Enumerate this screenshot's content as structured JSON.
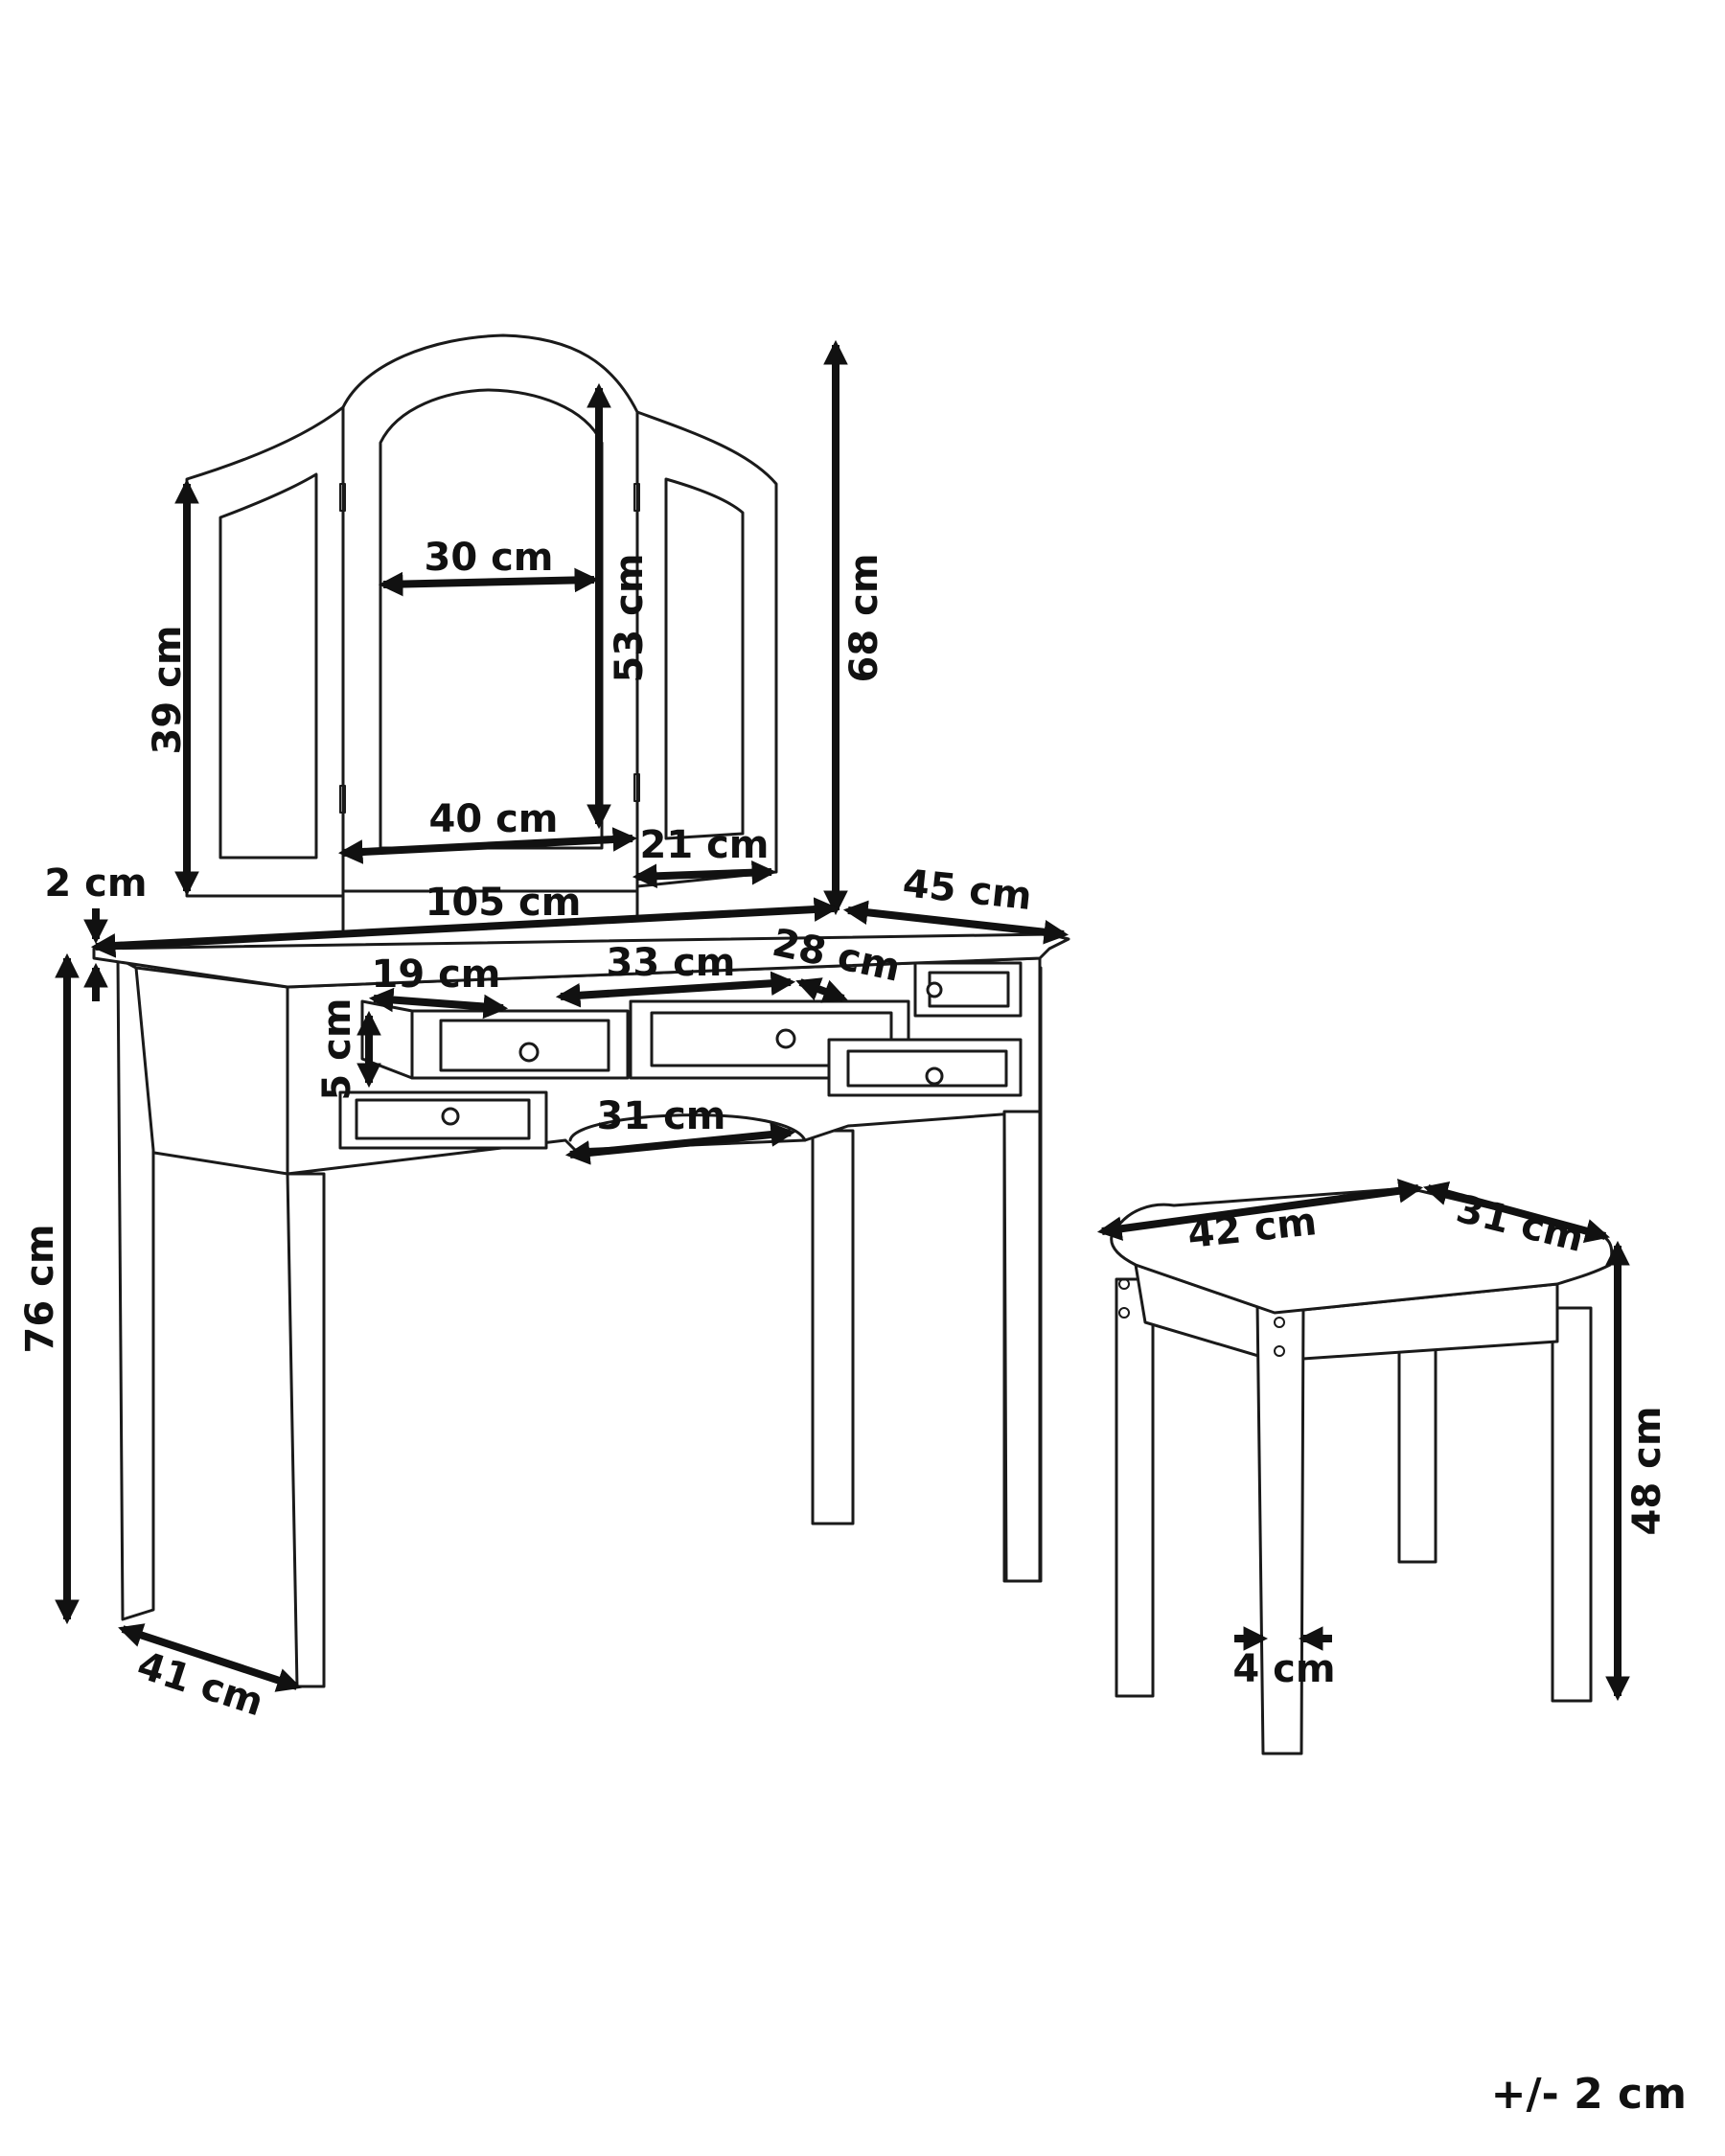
{
  "mirror": {
    "side_panel_height": "39 cm",
    "center_panel_inner_width": "30 cm",
    "center_panel_height": "53 cm",
    "center_panel_width": "40 cm",
    "side_panel_width": "21 cm",
    "total_height": "68 cm"
  },
  "table": {
    "top_thickness": "2 cm",
    "width": "105 cm",
    "depth": "45 cm",
    "height": "76 cm",
    "leg_depth_spacing": "41 cm",
    "small_drawer_width": "19 cm",
    "center_drawer_width": "33 cm",
    "right_drawer_width": "28 cm",
    "drawer_height": "5 cm",
    "knee_space_width": "31 cm"
  },
  "stool": {
    "width": "42 cm",
    "depth": "31 cm",
    "height": "48 cm",
    "leg_width": "4 cm"
  },
  "tolerance": "+/- 2 cm"
}
